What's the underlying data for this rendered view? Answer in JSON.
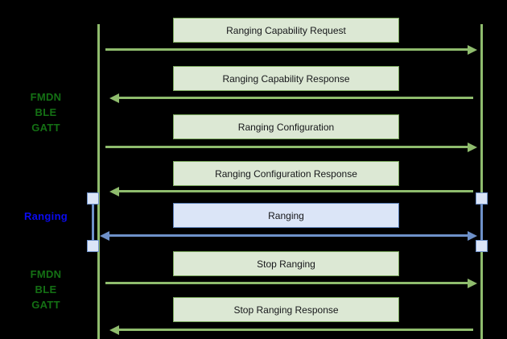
{
  "diagram": {
    "title_present": false,
    "background_color": "#000000",
    "colors": {
      "lifeline_green": "#8fbc6d",
      "label_green": "#147014",
      "label_blue": "#0b0bf0",
      "box_green_fill": "#dce8d4",
      "box_green_border": "#7aa85c",
      "box_blue_fill": "#dbe5f7",
      "box_blue_border": "#5a7fb5",
      "arrow_blue": "#6e91c9",
      "text_dark": "#16171a"
    }
  },
  "lifelines": [
    {
      "id": "left-lifeline",
      "name": "left-lifeline"
    },
    {
      "id": "right-lifeline",
      "name": "right-lifeline"
    }
  ],
  "phase_labels": [
    {
      "label": "FMDN\nBLE\nGATT",
      "color": "#147014"
    },
    {
      "label": "Ranging",
      "color": "#0b0bf0"
    },
    {
      "label": "FMDN\nBLE\nGATT",
      "color": "#147014"
    }
  ],
  "messages": [
    {
      "label": "Ranging Capability Request",
      "direction": "right",
      "style": "green"
    },
    {
      "label": "Ranging Capability Response",
      "direction": "left",
      "style": "green"
    },
    {
      "label": "Ranging Configuration",
      "direction": "right",
      "style": "green"
    },
    {
      "label": "Ranging Configuration Response",
      "direction": "left",
      "style": "green"
    },
    {
      "label": "Ranging",
      "direction": "both",
      "style": "blue"
    },
    {
      "label": "Stop Ranging",
      "direction": "right",
      "style": "green"
    },
    {
      "label": "Stop Ranging Response",
      "direction": "left",
      "style": "green"
    }
  ]
}
